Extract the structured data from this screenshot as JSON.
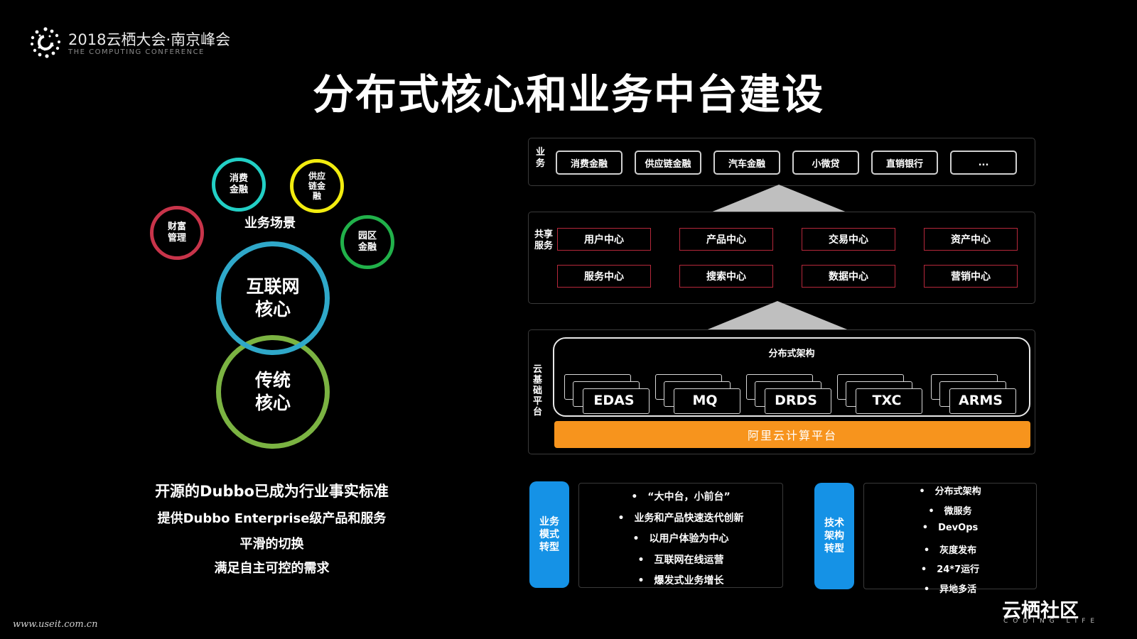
{
  "header": {
    "conference_title": "2018云栖大会·南京峰会",
    "conference_subtitle": "THE COMPUTING CONFERENCE",
    "slide_title": "分布式核心和业务中台建设"
  },
  "left": {
    "scene_label": "业务场景",
    "small_circles": [
      {
        "label": "财富\n管理",
        "color": "#c8344a"
      },
      {
        "label": "消费\n金融",
        "color": "#22cfc5"
      },
      {
        "label": "供应\n链金\n融",
        "color": "#f2ec0f"
      },
      {
        "label": "园区\n金融",
        "color": "#21b14a"
      }
    ],
    "big_circles": [
      {
        "label": "互联网\n核心",
        "color": "#2fa8c9"
      },
      {
        "label": "传统\n核心",
        "color": "#7bb342"
      }
    ],
    "lines": [
      "开源的Dubbo已成为行业事实标准",
      "提供Dubbo Enterprise级产品和服务",
      "平滑的切换",
      "满足自主可控的需求"
    ]
  },
  "architecture": {
    "business": {
      "label": "业\n务",
      "items": [
        "消费金融",
        "供应链金融",
        "汽车金融",
        "小微贷",
        "直销银行",
        "..."
      ]
    },
    "shared": {
      "label": "共享\n服务",
      "items": [
        "用户中心",
        "产品中心",
        "交易中心",
        "资产中心",
        "服务中心",
        "搜索中心",
        "数据中心",
        "营销中心"
      ]
    },
    "cloud": {
      "label": "云\n基\n础\n平\n台",
      "dist_label": "分布式架构",
      "products": [
        "EDAS",
        "MQ",
        "DRDS",
        "TXC",
        "ARMS"
      ],
      "platform": "阿里云计算平台"
    }
  },
  "transform": {
    "biz_label": "业务\n模式\n转型",
    "biz_items": [
      "“大中台，小前台”",
      "业务和产品快速迭代创新",
      "以用户体验为中心",
      "互联网在线运营",
      "爆发式业务增长"
    ],
    "tech_label": "技术\n架构\n转型",
    "tech_items": [
      "分布式架构",
      "微服务",
      "DevOps",
      "灰度发布",
      "24*7运行",
      "异地多活"
    ],
    "bullet": "•"
  },
  "footer": {
    "url": "www.useit.com.cn",
    "brand": "云栖社区",
    "brand_sub": "CODING LIFE"
  },
  "colors": {
    "accent_orange": "#f7941d",
    "accent_blue": "#1592e6",
    "service_border": "#b6283b"
  }
}
